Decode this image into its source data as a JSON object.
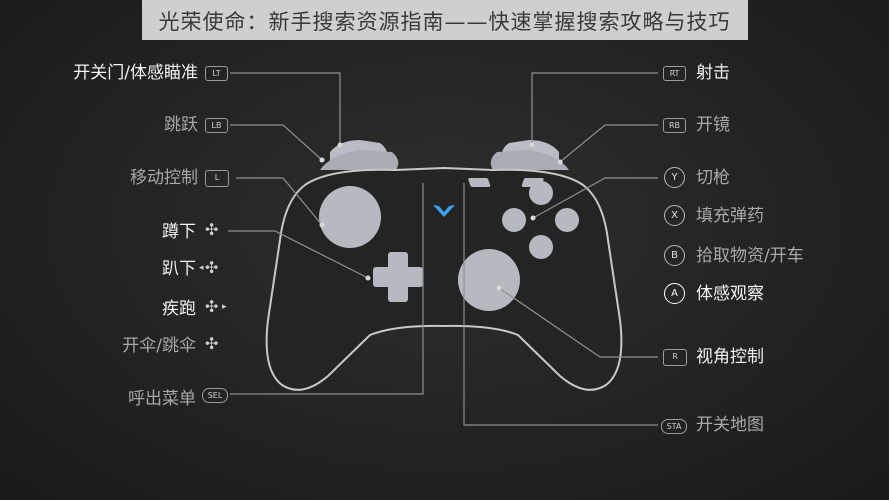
{
  "title": "光荣使命：新手搜索资源指南——快速掌握搜索攻略与技巧",
  "left": {
    "lt": "开关门/体感瞄准",
    "lb": "跳跃",
    "move": "移动控制",
    "crouch": "蹲下",
    "prone": "趴下",
    "sprint": "疾跑",
    "parachute": "开伞/跳伞",
    "menu": "呼出菜单"
  },
  "right": {
    "rt": "射击",
    "rb": "开镜",
    "y": "切枪",
    "x": "填充弹药",
    "b": "拾取物资/开车",
    "a": "体感观察",
    "view": "视角控制",
    "map": "开关地图"
  },
  "badges": {
    "lt": "LT",
    "lb": "LB",
    "l": "L",
    "sel": "SEL",
    "rt": "RT",
    "rb": "RB",
    "y": "Y",
    "x": "X",
    "b": "B",
    "a": "A",
    "r": "R",
    "sta": "STA"
  },
  "icons": {
    "dpad": "✣",
    "arrow_left": "◂",
    "arrow_right": "▸"
  },
  "colors": {
    "background": "#232323",
    "controller_parts": "#b6b9bf",
    "logo": "#3aa0e8"
  }
}
